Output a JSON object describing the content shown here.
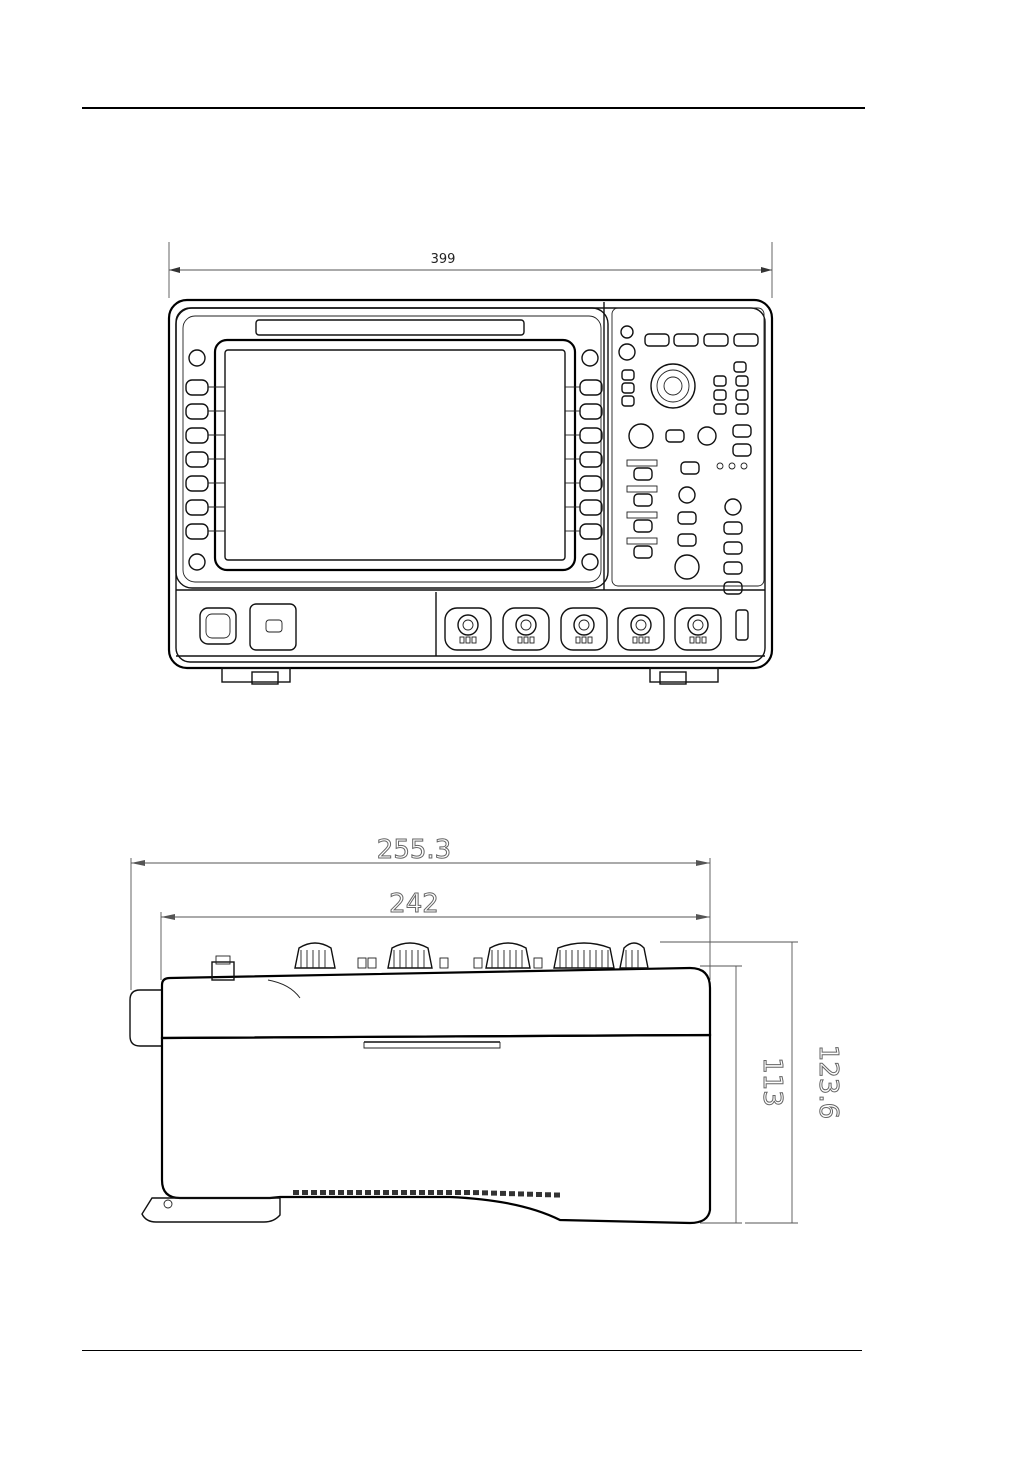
{
  "front_view": {
    "width_dimension": "399"
  },
  "side_view": {
    "overall_depth_dimension": "255.3",
    "body_depth_dimension": "242",
    "body_height_dimension": "113",
    "overall_height_dimension": "123.6"
  },
  "icons": [
    "front-view-oscilloscope-icon",
    "side-view-oscilloscope-icon"
  ]
}
